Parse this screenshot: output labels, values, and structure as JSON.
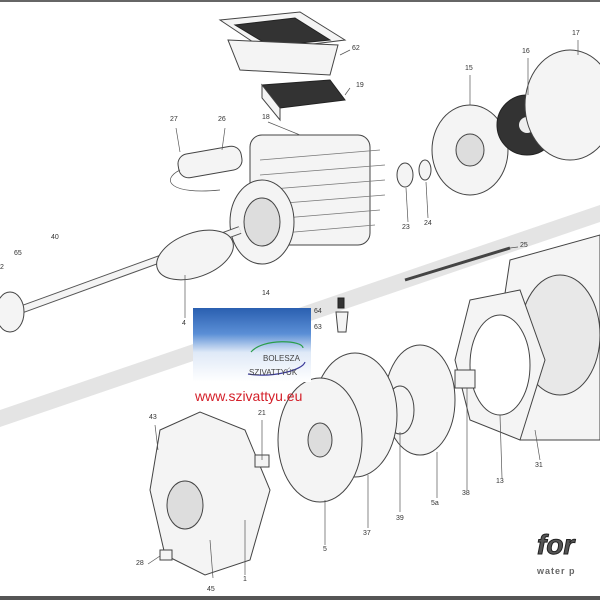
{
  "diagram": {
    "part_labels": [
      "62",
      "19",
      "18",
      "26",
      "27",
      "16",
      "17",
      "15",
      "23",
      "24",
      "14",
      "40",
      "65",
      "2",
      "4",
      "25",
      "64",
      "63",
      "21",
      "43",
      "28",
      "45",
      "1",
      "5",
      "37",
      "39",
      "5a",
      "38",
      "13",
      "31"
    ]
  },
  "promo": {
    "brand_line1": "BOLESZA",
    "brand_line2": "SZIVATTYÚK",
    "url": "www.szivattyu.eu"
  },
  "logo": {
    "name": "FORAS",
    "tagline": "water pumps",
    "visible_name": "for",
    "visible_tagline": "water p"
  }
}
